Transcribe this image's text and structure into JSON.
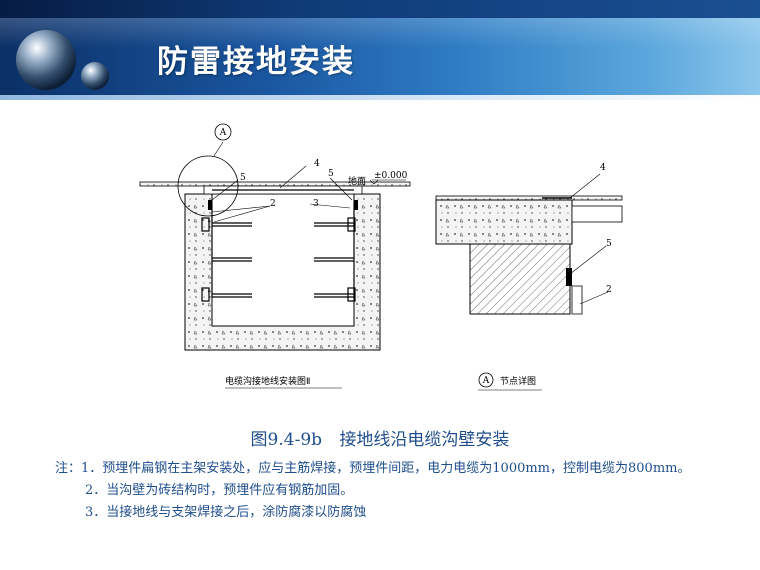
{
  "header": {
    "title": "防雷接地安装"
  },
  "drawing": {
    "callout_marker": "A",
    "labels": {
      "ground": "地面",
      "elevation": "±0.000",
      "n4": "4",
      "n5": "5",
      "n3": "3",
      "n2": "2"
    },
    "caption_left": "电缆沟接地线安装图Ⅱ",
    "caption_right_marker": "A",
    "caption_right": "节点详图"
  },
  "figure": {
    "number": "图9.4-9b",
    "title": "接地线沿电缆沟壁安装"
  },
  "notes": {
    "line1": "注：1．预埋件扁钢在主架安装处，应与主筋焊接，预埋件间距，电力电缆为1000mm，控制电缆为800mm。",
    "line2": "2．当沟壁为砖结构时，预埋件应有钢筋加固。",
    "line3": "3．当接地线与支架焊接之后，涂防腐漆以防腐蚀"
  }
}
